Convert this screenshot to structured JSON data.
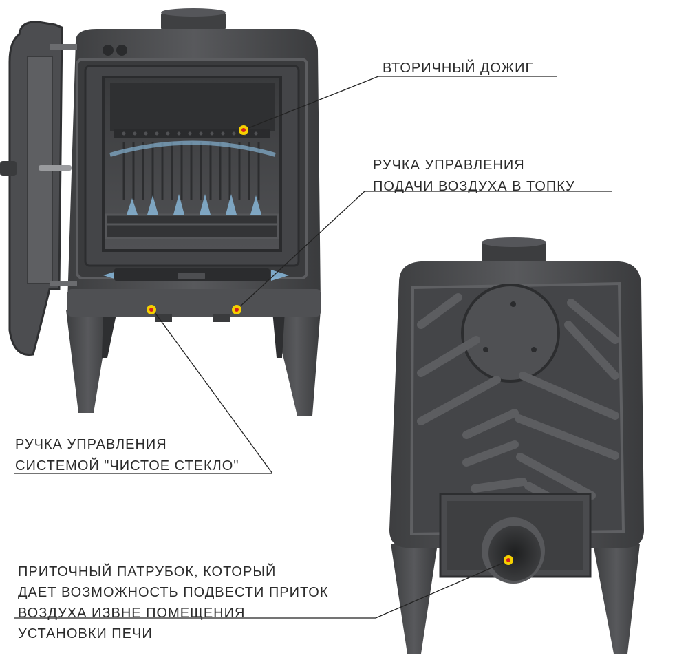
{
  "annotations": {
    "secondary_burn": {
      "lines": [
        "ВТОРИЧНЫЙ ДОЖИГ"
      ]
    },
    "air_control": {
      "lines": [
        "РУЧКА УПРАВЛЕНИЯ",
        "ПОДАЧИ ВОЗДУХА В ТОПКУ"
      ]
    },
    "clean_glass": {
      "lines": [
        "РУЧКА УПРАВЛЕНИЯ",
        "СИСТЕМОЙ \"ЧИСТОЕ СТЕКЛО\""
      ]
    },
    "inlet_pipe": {
      "lines": [
        "ПРИТОЧНЫЙ ПАТРУБОК, КОТОРЫЙ",
        "ДАЕТ ВОЗМОЖНОСТЬ ПОДВЕСТИ ПРИТОК",
        "ВОЗДУХА ИЗВНЕ ПОМЕЩЕНИЯ",
        "УСТАНОВКИ ПЕЧИ"
      ]
    }
  },
  "colors": {
    "cast_iron": "#4a4b4d",
    "cast_iron_dark": "#2f3032",
    "cast_iron_light": "#6a6b6e",
    "air_flow": "#8fc3e8",
    "marker_outer": "#f5d000",
    "marker_inner": "#d42020",
    "leader_line": "#222222"
  }
}
